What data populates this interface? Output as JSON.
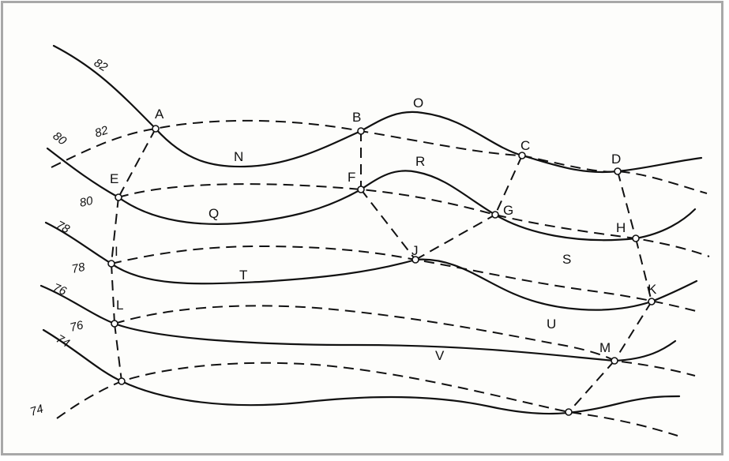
{
  "points": {
    "A": "A",
    "B": "B",
    "C": "C",
    "D": "D",
    "E": "E",
    "F": "F",
    "G": "G",
    "H": "H",
    "I": "I",
    "J": "J",
    "K": "K",
    "L": "L",
    "M": "M"
  },
  "regions": {
    "N": "N",
    "O": "O",
    "Q": "Q",
    "R": "R",
    "S": "S",
    "T": "T",
    "U": "U",
    "V": "V"
  },
  "contour_labels": {
    "c82_solid": "82",
    "c82_dashed": "82",
    "c80_solid": "80",
    "c80_dashed": "80",
    "c78_solid": "78",
    "c78_dashed": "78",
    "c76_solid": "76",
    "c76_dashed": "76",
    "c74_solid": "74",
    "c74_dashed": "74"
  }
}
